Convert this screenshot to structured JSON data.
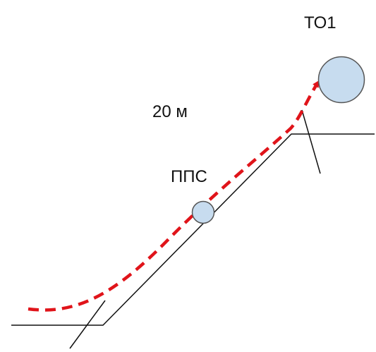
{
  "labels": {
    "target": "ТО1",
    "distance": "20 м",
    "point": "ППС"
  },
  "colors": {
    "line": "#111111",
    "route": "#e0141a",
    "circle_fill": "#c7dcef",
    "circle_stroke": "#555555"
  }
}
